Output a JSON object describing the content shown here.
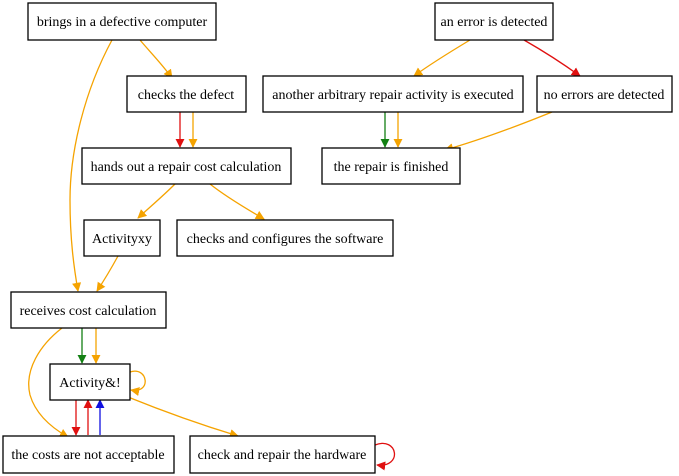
{
  "colors": {
    "orange": "#f5a300",
    "red": "#e01010",
    "green": "#138013",
    "blue": "#1010e0"
  },
  "nodes": {
    "n_brings": "brings in a defective computer",
    "n_error": "an error is detected",
    "n_checks": "checks the defect",
    "n_another": "another arbitrary repair activity is executed",
    "n_noerr": "no errors are detected",
    "n_hands": "hands out a repair cost calculation",
    "n_finished": "the repair is finished",
    "n_actxy": "Activityxy",
    "n_software": "checks and configures the software",
    "n_receives": "receives cost calculation",
    "n_act": "Activity&!",
    "n_notacc": "the costs are not acceptable",
    "n_hardware": "check and repair the hardware"
  },
  "edges": [
    {
      "from": "n_brings",
      "to": "n_checks",
      "color": "orange"
    },
    {
      "from": "n_brings",
      "to": "n_receives",
      "color": "orange"
    },
    {
      "from": "n_error",
      "to": "n_another",
      "color": "orange"
    },
    {
      "from": "n_error",
      "to": "n_noerr",
      "color": "red"
    },
    {
      "from": "n_checks",
      "to": "n_hands",
      "color": "red"
    },
    {
      "from": "n_checks",
      "to": "n_hands",
      "color": "orange"
    },
    {
      "from": "n_another",
      "to": "n_finished",
      "color": "green"
    },
    {
      "from": "n_another",
      "to": "n_finished",
      "color": "orange"
    },
    {
      "from": "n_noerr",
      "to": "n_finished",
      "color": "orange"
    },
    {
      "from": "n_hands",
      "to": "n_actxy",
      "color": "orange"
    },
    {
      "from": "n_hands",
      "to": "n_software",
      "color": "orange"
    },
    {
      "from": "n_actxy",
      "to": "n_receives",
      "color": "orange"
    },
    {
      "from": "n_receives",
      "to": "n_act",
      "color": "green"
    },
    {
      "from": "n_receives",
      "to": "n_act",
      "color": "orange"
    },
    {
      "from": "n_receives",
      "to": "n_notacc",
      "color": "orange"
    },
    {
      "from": "n_act",
      "to": "n_act",
      "color": "orange"
    },
    {
      "from": "n_act",
      "to": "n_notacc",
      "color": "red"
    },
    {
      "from": "n_notacc",
      "to": "n_act",
      "color": "red"
    },
    {
      "from": "n_notacc",
      "to": "n_act",
      "color": "blue"
    },
    {
      "from": "n_act",
      "to": "n_hardware",
      "color": "orange"
    },
    {
      "from": "n_hardware",
      "to": "n_hardware",
      "color": "red"
    }
  ]
}
